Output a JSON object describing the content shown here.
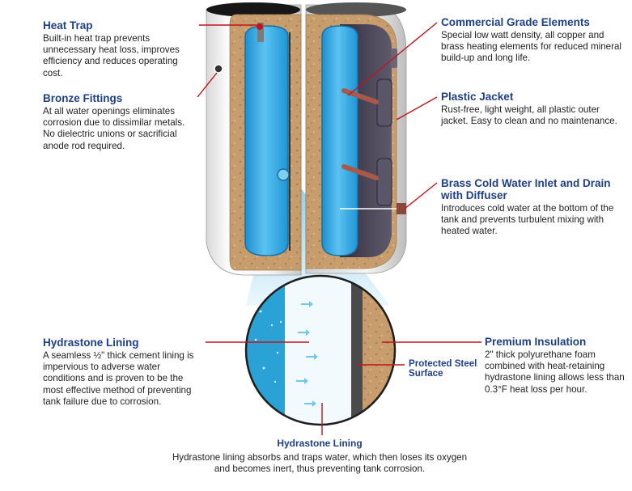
{
  "callouts": {
    "heat_trap": {
      "title": "Heat Trap",
      "body": "Built-in heat trap prevents unnecessary heat loss, improves efficiency and reduces operating cost."
    },
    "bronze_fittings": {
      "title": "Bronze Fittings",
      "body": "At all water openings eliminates corrosion due to dissimilar metals. No dielectric unions or sacrificial anode rod required."
    },
    "commercial_elements": {
      "title": "Commercial Grade Elements",
      "body": "Special low watt density, all copper and brass heating elements for reduced mineral build-up and long life."
    },
    "plastic_jacket": {
      "title": "Plastic Jacket",
      "body": "Rust-free, light weight, all plastic outer jacket. Easy to clean and no maintenance."
    },
    "brass_inlet": {
      "title": "Brass Cold Water Inlet and Drain with Diffuser",
      "body": "Introduces cold water at the bottom of the tank and prevents turbulent mixing with heated water."
    },
    "hydrastone_left": {
      "title": "Hydrastone Lining",
      "body": "A seamless ½\" thick cement lining is impervious to adverse water conditions and is proven to be the most effective method of preventing tank failure due to corrosion."
    },
    "premium_insulation": {
      "title": "Premium Insulation",
      "body": "2\" thick polyurethane foam combined with heat-retaining hydrastone lining allows less than 0.3°F heat loss per hour."
    },
    "protected_steel": {
      "title": "Protected Steel Surface"
    },
    "hydrastone_bottom": {
      "title": "Hydrastone Lining",
      "body": "Hydrastone lining absorbs and traps water, which then loses its oxygen and becomes inert, thus preventing tank corrosion."
    }
  },
  "colors": {
    "callout_title": "#1f3f86",
    "leader_line": "#c0141c",
    "water": "#29a8df",
    "insulation": "#c59a6b",
    "steel": "#4a4a4a",
    "jacket_dark": "#3e3a4a"
  }
}
